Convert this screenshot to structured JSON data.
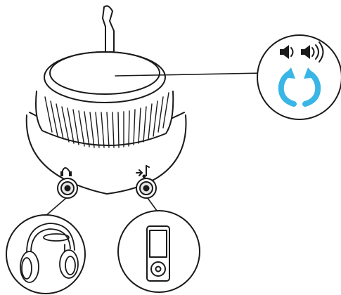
{
  "diagram": {
    "colors": {
      "stroke": "#1a1a1a",
      "fill": "#ffffff",
      "accent_arrows": "#39b6e6",
      "ring_fill": "#e6e6e6"
    },
    "callouts": {
      "volume": {
        "icons": [
          "volume-low-icon",
          "volume-high-icon"
        ],
        "arrows": [
          "rotate-counterclockwise-arrow",
          "rotate-clockwise-arrow"
        ]
      },
      "headphones_port": {
        "icon": "headphones-icon",
        "device": "over-ear-headphones"
      },
      "line_in_port": {
        "icon": "music-note-input-icon",
        "device": "portable-media-player"
      }
    }
  }
}
